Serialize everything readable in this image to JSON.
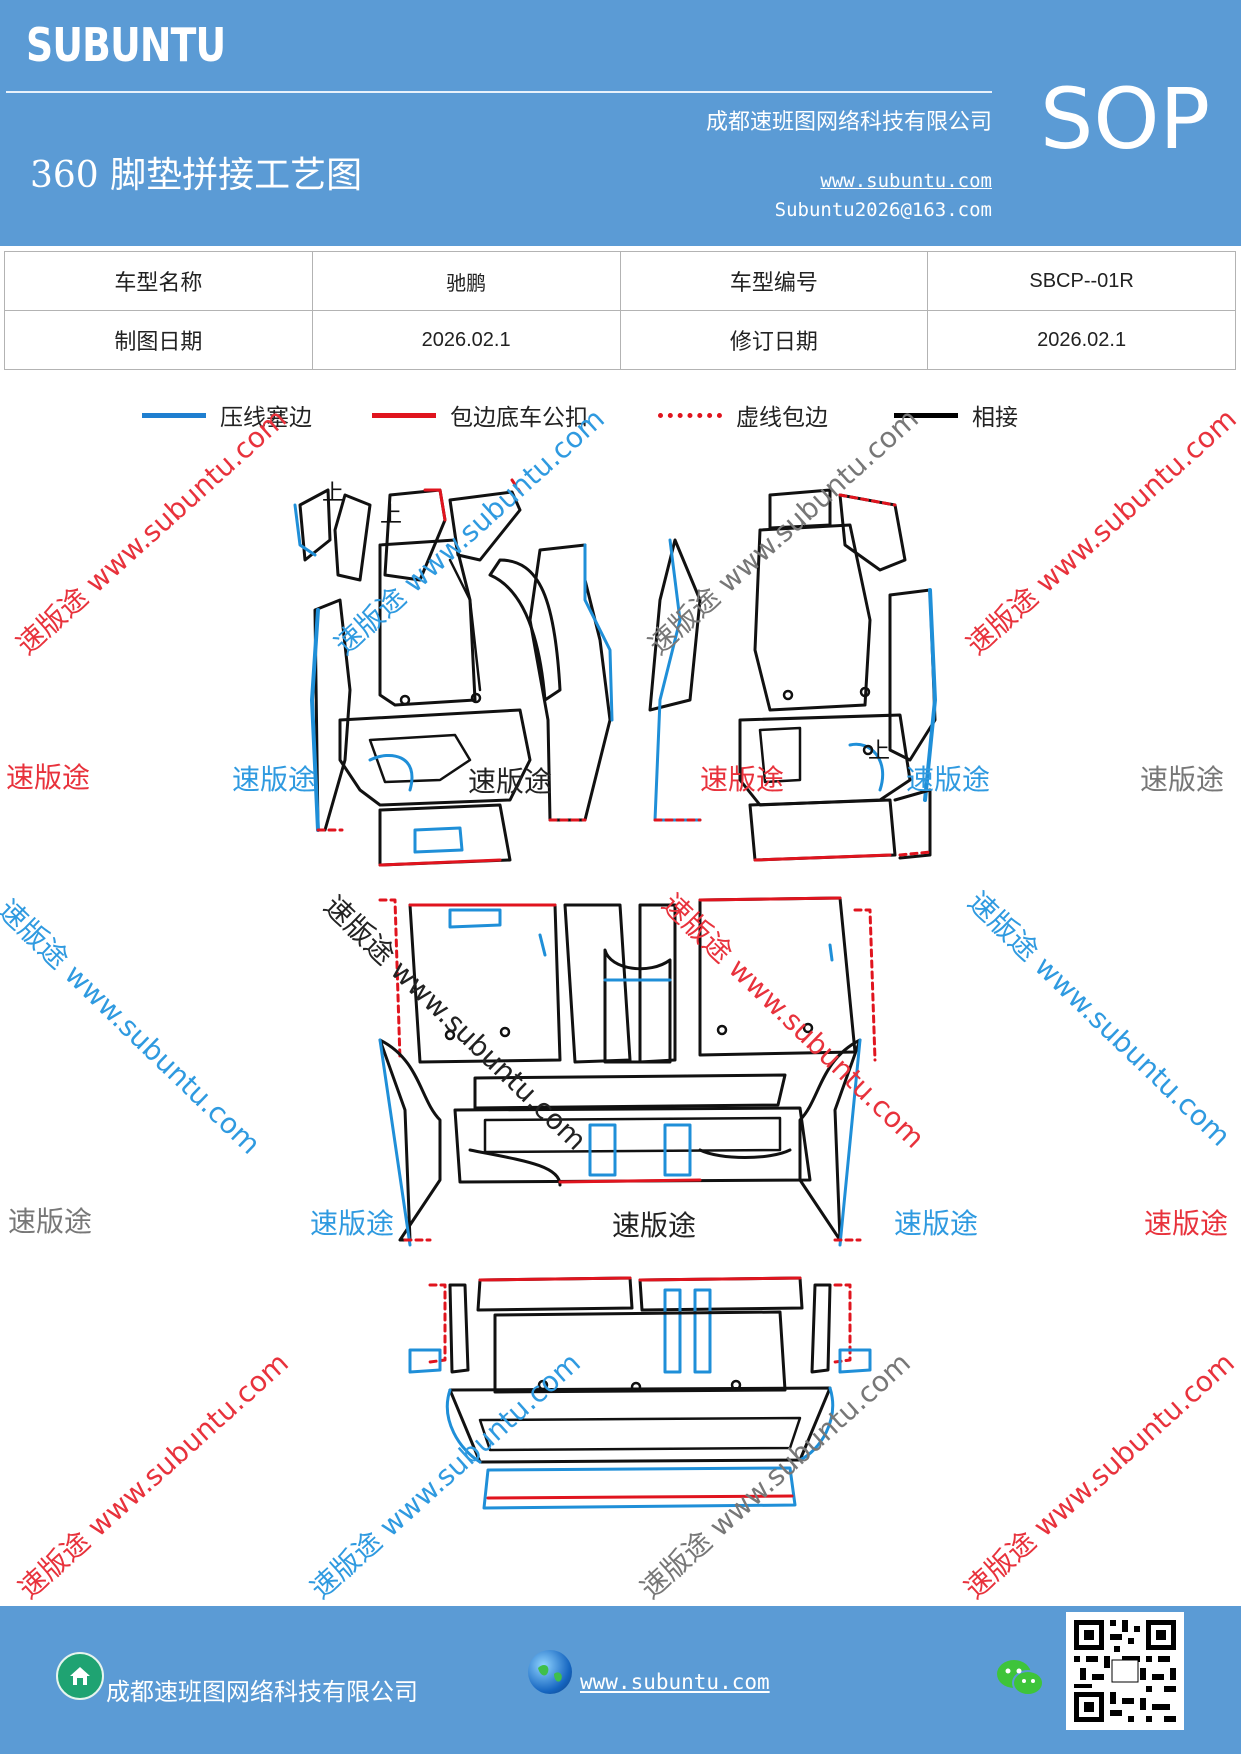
{
  "header": {
    "brand": "SUBUNTU",
    "title": "360 脚垫拼接工艺图",
    "company": "成都速班图网络科技有限公司",
    "website": "www.subuntu.com",
    "email": "Subuntu2026@163.com",
    "sop": "SOP"
  },
  "info_table": {
    "rows": [
      [
        {
          "label": "车型名称"
        },
        {
          "value": "驰鹏"
        },
        {
          "label": "车型编号"
        },
        {
          "value": "SBCP--01R"
        }
      ],
      [
        {
          "label": "制图日期"
        },
        {
          "value": "2026.02.1"
        },
        {
          "label": "修订日期"
        },
        {
          "value": "2026.02.1"
        }
      ]
    ]
  },
  "legend": [
    {
      "label": "压线塞边",
      "color": "#1f7fd0",
      "style": "solid"
    },
    {
      "label": "包边底车公扣",
      "color": "#e0141e",
      "style": "solid"
    },
    {
      "label": "虚线包边",
      "color": "#e0141e",
      "style": "dotted"
    },
    {
      "label": "相接",
      "color": "#000000",
      "style": "solid"
    }
  ],
  "diagram": {
    "labels": {
      "up_1": "上",
      "up_2": "上",
      "up_3": "上"
    },
    "colors": {
      "blue": "#1f8fd8",
      "red": "#e0141e",
      "black": "#111111"
    }
  },
  "watermarks": {
    "brand_cn": "速版途",
    "domain": "www.subuntu.com",
    "combined": "速版途 www.subuntu.com",
    "colors": {
      "red": "#e8323c",
      "blue": "#2f9ae0",
      "gray": "#777777",
      "black": "#222222"
    }
  },
  "footer": {
    "company": "成都速班图网络科技有限公司",
    "website": "www.subuntu.com",
    "home_icon": "home-icon",
    "globe_icon": "globe-icon",
    "wechat_icon": "wechat-icon",
    "qr_icon": "qr-code"
  }
}
